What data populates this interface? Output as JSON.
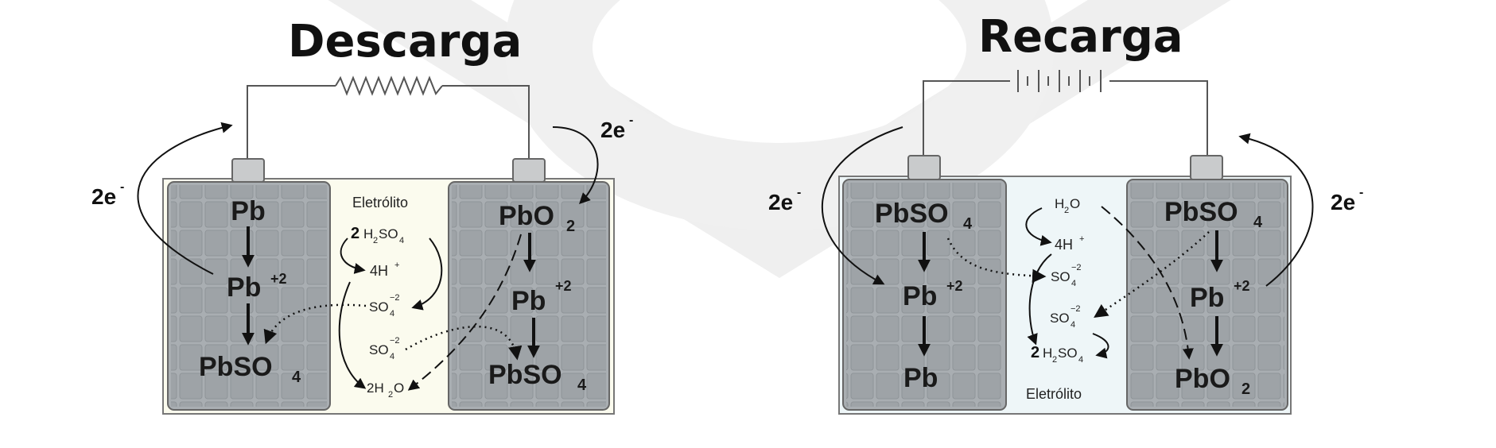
{
  "descarga": {
    "title": "Descarga",
    "electrolyte_label": "Eletrólito",
    "left_plate": {
      "top": "Pb",
      "middle": "Pb",
      "middle_sup": "+2",
      "bottom": "PbSO",
      "bottom_sub": "4"
    },
    "right_plate": {
      "top": "PbO",
      "top_sub": "2",
      "middle": "Pb",
      "middle_sup": "+2",
      "bottom": "PbSO",
      "bottom_sub": "4"
    },
    "electrolyte": {
      "h2so4_coef": "2",
      "h2so4": "H",
      "h2so4_b": "SO",
      "h2so4_sub1": "2",
      "h2so4_sub2": "4",
      "h_ion": "4H",
      "h_ion_sup": "+",
      "so4_a": "SO",
      "so4_a_sub": "4",
      "so4_a_sup": "−2",
      "so4_b": "SO",
      "so4_b_sub": "4",
      "so4_b_sup": "−2",
      "water": "2H",
      "water_sub": "2",
      "water_o": "O"
    },
    "electron_left": "2e",
    "electron_left_sup": "-",
    "electron_right": "2e",
    "electron_right_sup": "-"
  },
  "recarga": {
    "title": "Recarga",
    "electrolyte_label": "Eletrólito",
    "left_plate": {
      "top": "PbSO",
      "top_sub": "4",
      "middle": "Pb",
      "middle_sup": "+2",
      "bottom": "Pb"
    },
    "right_plate": {
      "top": "PbSO",
      "top_sub": "4",
      "middle": "Pb",
      "middle_sup": "+2",
      "bottom": "PbO",
      "bottom_sub": "2"
    },
    "electrolyte": {
      "water": "H",
      "water_sub": "2",
      "water_o": "O",
      "h_ion": "4H",
      "h_ion_sup": "+",
      "so4_a": "SO",
      "so4_a_sub": "4",
      "so4_a_sup": "−2",
      "so4_b": "SO",
      "so4_b_sub": "4",
      "so4_b_sup": "−2",
      "h2so4_coef": "2",
      "h2so4": "H",
      "h2so4_b": "SO",
      "h2so4_sub1": "2",
      "h2so4_sub2": "4"
    },
    "electron_left": "2e",
    "electron_left_sup": "-",
    "electron_right": "2e",
    "electron_right_sup": "-"
  },
  "colors": {
    "plate": "#a9aeb2",
    "plate_cell": "#9aa0a4",
    "electrolyte_left": "#fbfbee",
    "electrolyte_right": "#eef6f8",
    "watermark": "#eeeeee"
  }
}
